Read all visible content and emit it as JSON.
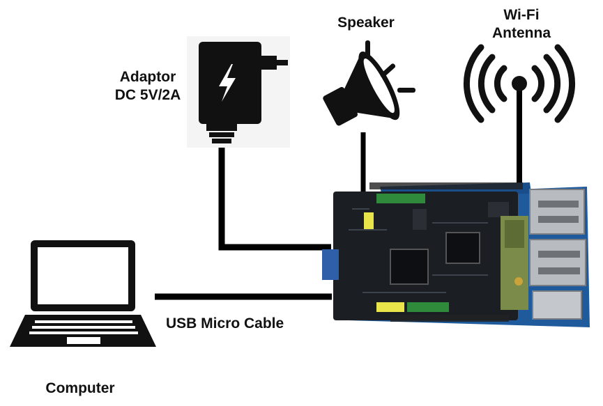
{
  "labels": {
    "adaptor_line1": "Adaptor",
    "adaptor_line2": "DC 5V/2A",
    "speaker": "Speaker",
    "wifi_line1": "Wi-Fi",
    "wifi_line2": "Antenna",
    "usb_cable": "USB Micro Cable",
    "computer": "Computer"
  },
  "colors": {
    "line": "#000000",
    "board_dark": "#1b1f24",
    "board_blue": "#1e5a9c",
    "header_yellow": "#e8e44a",
    "header_green": "#2f8a3c",
    "ethernet": "#b8bcc0",
    "wifi_module": "#7b8b4a"
  },
  "icons": [
    "power-adaptor-icon",
    "speaker-icon",
    "wifi-antenna-icon",
    "laptop-icon",
    "dev-board-image"
  ]
}
